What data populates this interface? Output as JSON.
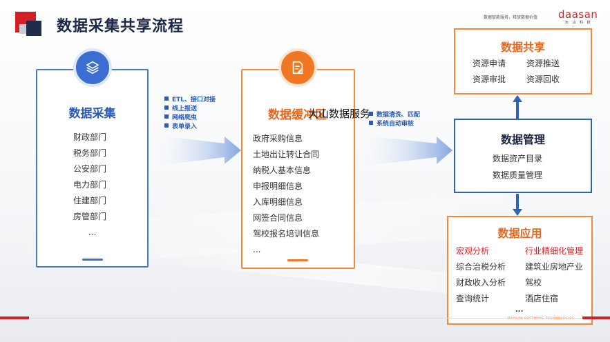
{
  "header": {
    "title": "数据采集共享流程",
    "slogan": "数据智能服务，释放数据价值",
    "brand": "daasan",
    "brand_sub": "大 山 科 技"
  },
  "collection": {
    "icon": "layers-icon",
    "title": "数据采集",
    "items": [
      "财政部门",
      "税务部门",
      "公安部门",
      "电力部门",
      "住建部门",
      "房管部门",
      "..."
    ]
  },
  "collection_methods": [
    "ETL、接口对接",
    "线上报送",
    "网络爬虫",
    "表单录入"
  ],
  "buffer": {
    "icon": "document-edit-icon",
    "title": "数据缓冲区",
    "overlay": "大山数据服务",
    "items": [
      "政府采购信息",
      "土地出让转让合同",
      "纳税人基本信息",
      "申报明细信息",
      "入库明细信息",
      "网签合同信息",
      "驾校报名培训信息",
      "..."
    ]
  },
  "buffer_methods": [
    "数据清洗、匹配",
    "系统自动审核"
  ],
  "share": {
    "title": "数据共享",
    "items": [
      "资源申请",
      "资源推送",
      "资源审批",
      "资源回收"
    ]
  },
  "management": {
    "title": "数据管理",
    "items": [
      "数据资产目录",
      "数据质量管理"
    ]
  },
  "application": {
    "title": "数据应用",
    "highlight": [
      "宏观分析",
      "行业精细化管理"
    ],
    "items": [
      "综合治税分析",
      "建筑业房地产业",
      "财政收入分析",
      "驾校",
      "查询统计",
      "酒店住宿"
    ],
    "more": "...",
    "footer": "DAASAN SOFTWARE TECHNOLOGIES"
  },
  "colors": {
    "blue": "#3b6ed3",
    "orange": "#f07822",
    "red": "#d32026",
    "navy": "#1b2747"
  }
}
